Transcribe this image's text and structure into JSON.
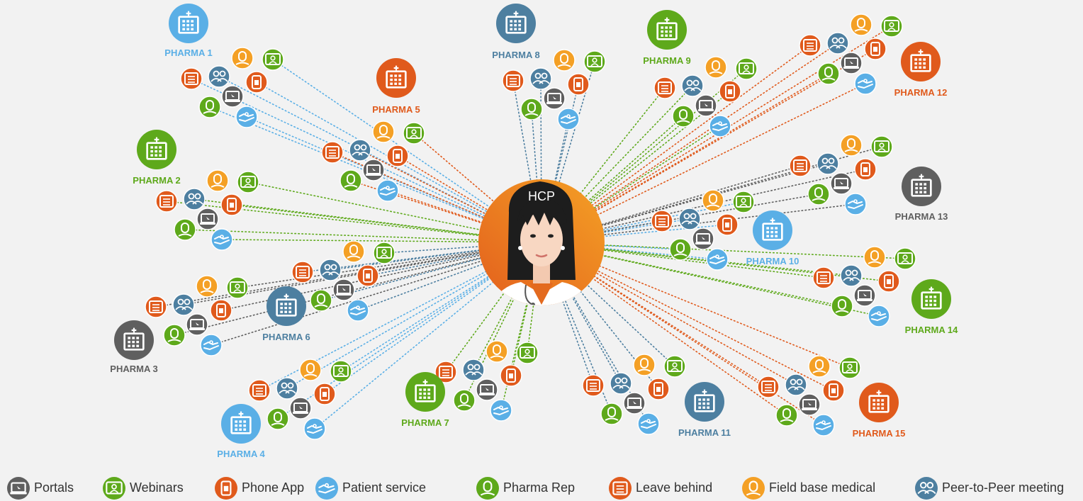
{
  "center": {
    "label": "HCP",
    "icon": "doctor-portrait-icon"
  },
  "colors": {
    "portal": "#5f5f5f",
    "webinar": "#5ea91b",
    "phone_app": "#e05a1c",
    "patient_service": "#5aafe6",
    "pharma_rep": "#5ea91b",
    "leave_behind": "#e05a1c",
    "field_medical": "#f4a025",
    "peer_meeting": "#4d7fa0",
    "background": "#f2f2f2",
    "hcp_gradient_start": "#e35f1d",
    "hcp_gradient_end": "#f4a025"
  },
  "pharmas": [
    {
      "label": "PHARMA 1",
      "color": "#5aafe6"
    },
    {
      "label": "PHARMA 2",
      "color": "#5ea91b"
    },
    {
      "label": "PHARMA 3",
      "color": "#5f5f5f"
    },
    {
      "label": "PHARMA 4",
      "color": "#5aafe6"
    },
    {
      "label": "PHARMA 5",
      "color": "#e05a1c"
    },
    {
      "label": "PHARMA 6",
      "color": "#4d7fa0"
    },
    {
      "label": "PHARMA 7",
      "color": "#5ea91b"
    },
    {
      "label": "PHARMA 8",
      "color": "#4d7fa0"
    },
    {
      "label": "PHARMA 9",
      "color": "#5ea91b"
    },
    {
      "label": "PHARMA 10",
      "color": "#5aafe6"
    },
    {
      "label": "PHARMA 11",
      "color": "#4d7fa0"
    },
    {
      "label": "PHARMA 12",
      "color": "#e05a1c"
    },
    {
      "label": "PHARMA 13",
      "color": "#5f5f5f"
    },
    {
      "label": "PHARMA 14",
      "color": "#5ea91b"
    },
    {
      "label": "PHARMA 15",
      "color": "#e05a1c"
    }
  ],
  "legend": [
    {
      "key": "portal",
      "label": "Portals",
      "icon": "portal-icon"
    },
    {
      "key": "webinar",
      "label": "Webinars",
      "icon": "webinar-icon"
    },
    {
      "key": "phone_app",
      "label": "Phone App",
      "icon": "phone-app-icon"
    },
    {
      "key": "patient_service",
      "label": "Patient service",
      "icon": "patient-service-icon"
    },
    {
      "key": "pharma_rep",
      "label": "Pharma Rep",
      "icon": "pharma-rep-icon"
    },
    {
      "key": "leave_behind",
      "label": "Leave behind",
      "icon": "leave-behind-icon"
    },
    {
      "key": "field_medical",
      "label": "Field base medical",
      "icon": "field-medical-icon"
    },
    {
      "key": "peer_meeting",
      "label": "Peer-to-Peer meeting",
      "icon": "peer-meeting-icon"
    }
  ]
}
